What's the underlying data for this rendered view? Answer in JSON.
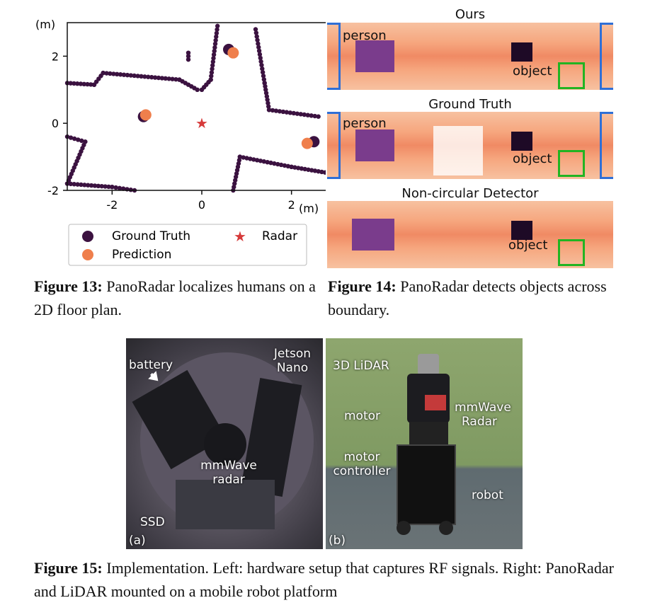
{
  "fig13": {
    "caption_label": "Figure 13:",
    "caption_text": "PanoRadar localizes humans on a 2D floor plan.",
    "axis_unit_y": "(m)",
    "axis_unit_x": "(m)",
    "legend": {
      "ground_truth": "Ground Truth",
      "prediction": "Prediction",
      "radar": "Radar"
    },
    "colors": {
      "ground_truth": "#3b1240",
      "prediction": "#ef7f4c",
      "radar": "#d63a3a",
      "walls": "#3b1240"
    }
  },
  "chart_data": {
    "type": "scatter",
    "xlabel": "(m)",
    "ylabel": "(m)",
    "xlim": [
      -3.0,
      3.0
    ],
    "ylim": [
      -2.0,
      3.0
    ],
    "xticks": [
      -2,
      0,
      2
    ],
    "yticks": [
      -2,
      0,
      2
    ],
    "xtick_labels": [
      "-2",
      "0",
      "2"
    ],
    "ytick_labels": [
      "-2",
      "0",
      "2"
    ],
    "legend_position": "bottom",
    "series": [
      {
        "name": "Ground Truth",
        "points": [
          [
            0.6,
            2.2
          ],
          [
            -1.3,
            0.2
          ],
          [
            2.5,
            -0.55
          ]
        ]
      },
      {
        "name": "Prediction",
        "points": [
          [
            0.7,
            2.1
          ],
          [
            -1.25,
            0.25
          ],
          [
            2.35,
            -0.6
          ]
        ]
      },
      {
        "name": "Radar",
        "points": [
          [
            0.0,
            0.0
          ]
        ]
      }
    ],
    "walls": [
      [
        [
          -3.0,
          1.2
        ],
        [
          -2.4,
          1.15
        ],
        [
          -2.2,
          1.5
        ],
        [
          -0.5,
          1.3
        ],
        [
          -0.1,
          1.0
        ]
      ],
      [
        [
          -3.0,
          -0.4
        ],
        [
          -2.6,
          -0.55
        ],
        [
          -3.0,
          -1.8
        ],
        [
          -2.0,
          -1.9
        ],
        [
          -1.5,
          -2.0
        ]
      ],
      [
        [
          0.0,
          1.0
        ],
        [
          0.2,
          1.3
        ],
        [
          0.35,
          2.9
        ]
      ],
      [
        [
          -0.3,
          1.9
        ],
        [
          -0.3,
          2.1
        ]
      ],
      [
        [
          1.2,
          2.8
        ],
        [
          1.4,
          1.2
        ],
        [
          1.5,
          0.4
        ],
        [
          2.6,
          0.2
        ]
      ],
      [
        [
          0.7,
          -2.0
        ],
        [
          0.85,
          -1.0
        ],
        [
          2.0,
          -1.3
        ],
        [
          2.9,
          -1.5
        ]
      ]
    ]
  },
  "fig14": {
    "caption_label": "Figure 14:",
    "caption_text": "PanoRadar detects objects across boundary.",
    "panels": [
      {
        "title": "Ours",
        "labels": [
          "person",
          "object"
        ]
      },
      {
        "title": "Ground Truth",
        "labels": [
          "person",
          "object"
        ]
      },
      {
        "title": "Non-circular Detector",
        "labels": [
          "object"
        ]
      }
    ]
  },
  "fig15": {
    "caption_label": "Figure 15:",
    "caption_text": "Implementation. Left: hardware setup that captures RF signals. Right: PanoRadar and LiDAR mounted on a mobile robot platform",
    "left_labels": {
      "battery": "battery",
      "jetson": "Jetson Nano",
      "mmwave": "mmWave radar",
      "ssd": "SSD",
      "panel": "(a)"
    },
    "right_labels": {
      "lidar": "3D LiDAR",
      "motor": "motor",
      "mmwave": "mmWave Radar",
      "controller": "motor controller",
      "robot": "robot",
      "panel": "(b)"
    }
  }
}
